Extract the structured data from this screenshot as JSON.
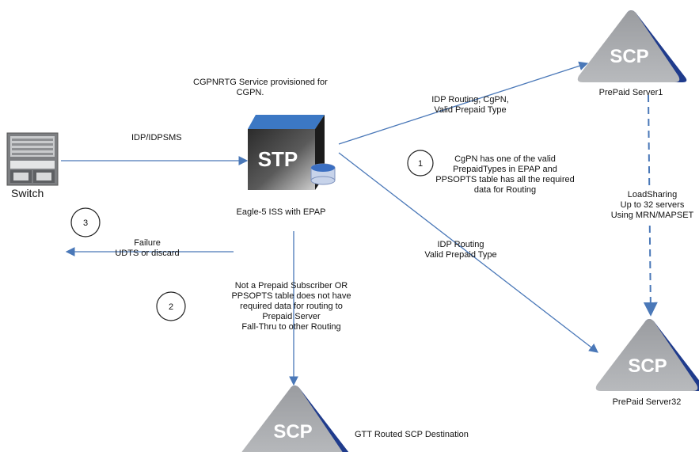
{
  "nodes": {
    "switch": {
      "label": "Switch"
    },
    "stp": {
      "icon_text": "STP",
      "caption": "Eagle-5 ISS with EPAP"
    },
    "scp_server1": {
      "icon_text": "SCP",
      "caption": "PrePaid Server1"
    },
    "scp_server32": {
      "icon_text": "SCP",
      "caption": "PrePaid Server32"
    },
    "scp_gtt": {
      "icon_text": "SCP",
      "caption": "GTT Routed SCP Destination"
    }
  },
  "labels": {
    "cgpnrtg": [
      "CGPNRTG Service provisioned for",
      "CGPN."
    ],
    "idp_idpsms": "IDP/IDPSMS",
    "idp_routing_cgpn": [
      "IDP Routing, CgPN,",
      "Valid Prepaid Type"
    ],
    "idp_routing": [
      "IDP Routing",
      "Valid Prepaid Type"
    ],
    "cgpn_note": [
      "CgPN has one of the valid",
      "PrepaidTypes in EPAP and",
      "PPSOPTS table has all the required",
      "data for Routing"
    ],
    "load_sharing": [
      "LoadSharing",
      "Up to 32 servers",
      "Using MRN/MAPSET"
    ],
    "failure": [
      "Failure",
      "UDTS or discard"
    ],
    "fallthrough": [
      "Not a Prepaid Subscriber OR",
      "PPSOPTS table does not have",
      "required data for routing to",
      "Prepaid Server",
      "Fall-Thru to other Routing"
    ]
  },
  "steps": [
    "1",
    "2",
    "3"
  ],
  "colors": {
    "arrow": "#4a78b8",
    "scp_body": "#a7a9ac",
    "scp_edge": "#1f3b8c",
    "stp_front": "#4d4d4d",
    "stp_top": "#3c78c4"
  }
}
